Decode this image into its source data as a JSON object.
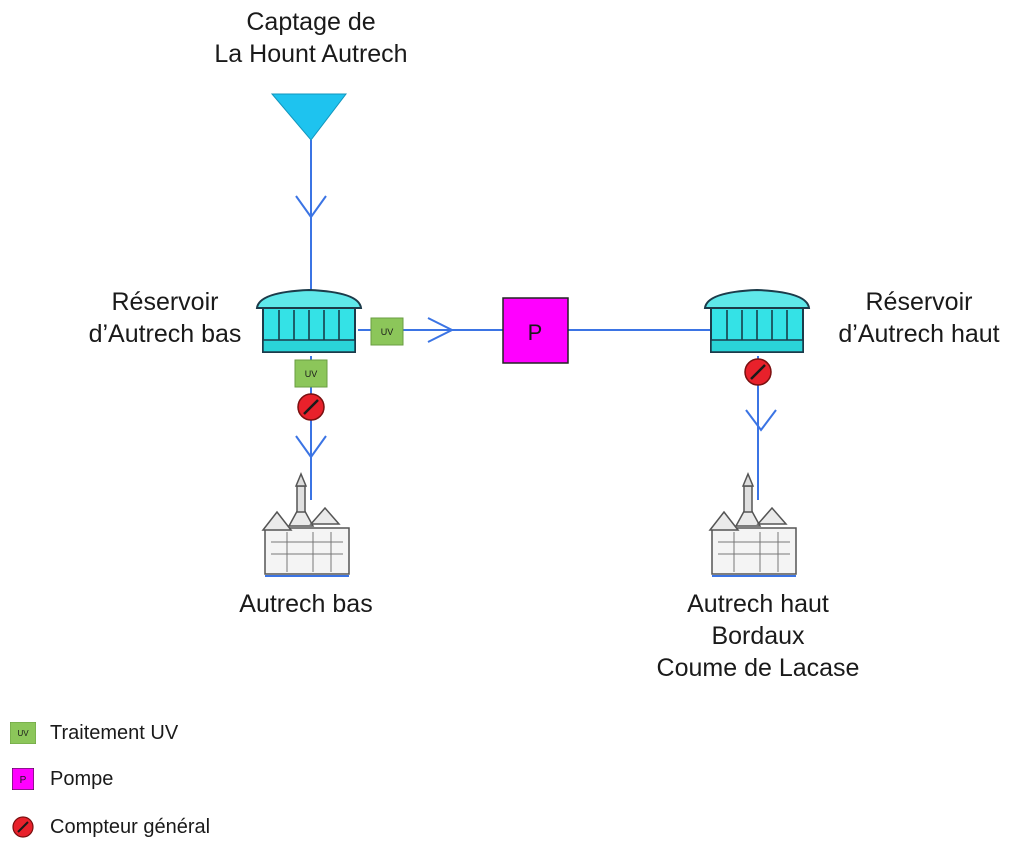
{
  "labels": {
    "source": [
      "Captage de",
      "La Hount Autrech"
    ],
    "res_low": [
      "Réservoir",
      "d’Autrech bas"
    ],
    "res_high": [
      "Réservoir",
      "d’Autrech haut"
    ],
    "village_low": [
      "Autrech bas"
    ],
    "village_high": [
      "Autrech haut",
      "Bordaux",
      "Coume de Lacase"
    ]
  },
  "symbols": {
    "uv": "UV",
    "pump": "P"
  },
  "legend": [
    {
      "symbol": "uv-box",
      "label": "Traitement UV"
    },
    {
      "symbol": "pump-box",
      "label": "Pompe"
    },
    {
      "symbol": "meter",
      "label": "Compteur général"
    }
  ],
  "colors": {
    "pipe": "#3b74e4",
    "source": "#1ec3ef",
    "reservoir": "#34e2e6",
    "uv": "#8cc65a",
    "pump": "#ff00ff",
    "meter": "#e8212b"
  }
}
